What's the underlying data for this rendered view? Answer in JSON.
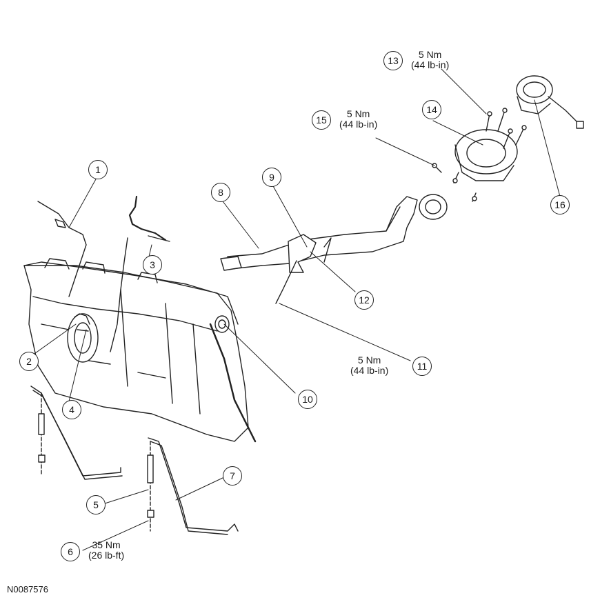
{
  "figure_id": "N0087576",
  "callouts": [
    "1",
    "2",
    "3",
    "4",
    "5",
    "6",
    "7",
    "8",
    "9",
    "10",
    "11",
    "12",
    "13",
    "14",
    "15",
    "16"
  ],
  "torque_specs": {
    "item13": {
      "nm": "5 Nm",
      "alt": "(44 lb-in)"
    },
    "item15": {
      "nm": "5 Nm",
      "alt": "(44 lb-in)"
    },
    "item11": {
      "nm": "5 Nm",
      "alt": "(44 lb-in)"
    },
    "item6": {
      "nm": "35 Nm",
      "alt": "(26 lb-ft)"
    }
  },
  "colors": {
    "line": "#222222",
    "fill": "#ffffff",
    "shade": "#cfcfcf"
  }
}
